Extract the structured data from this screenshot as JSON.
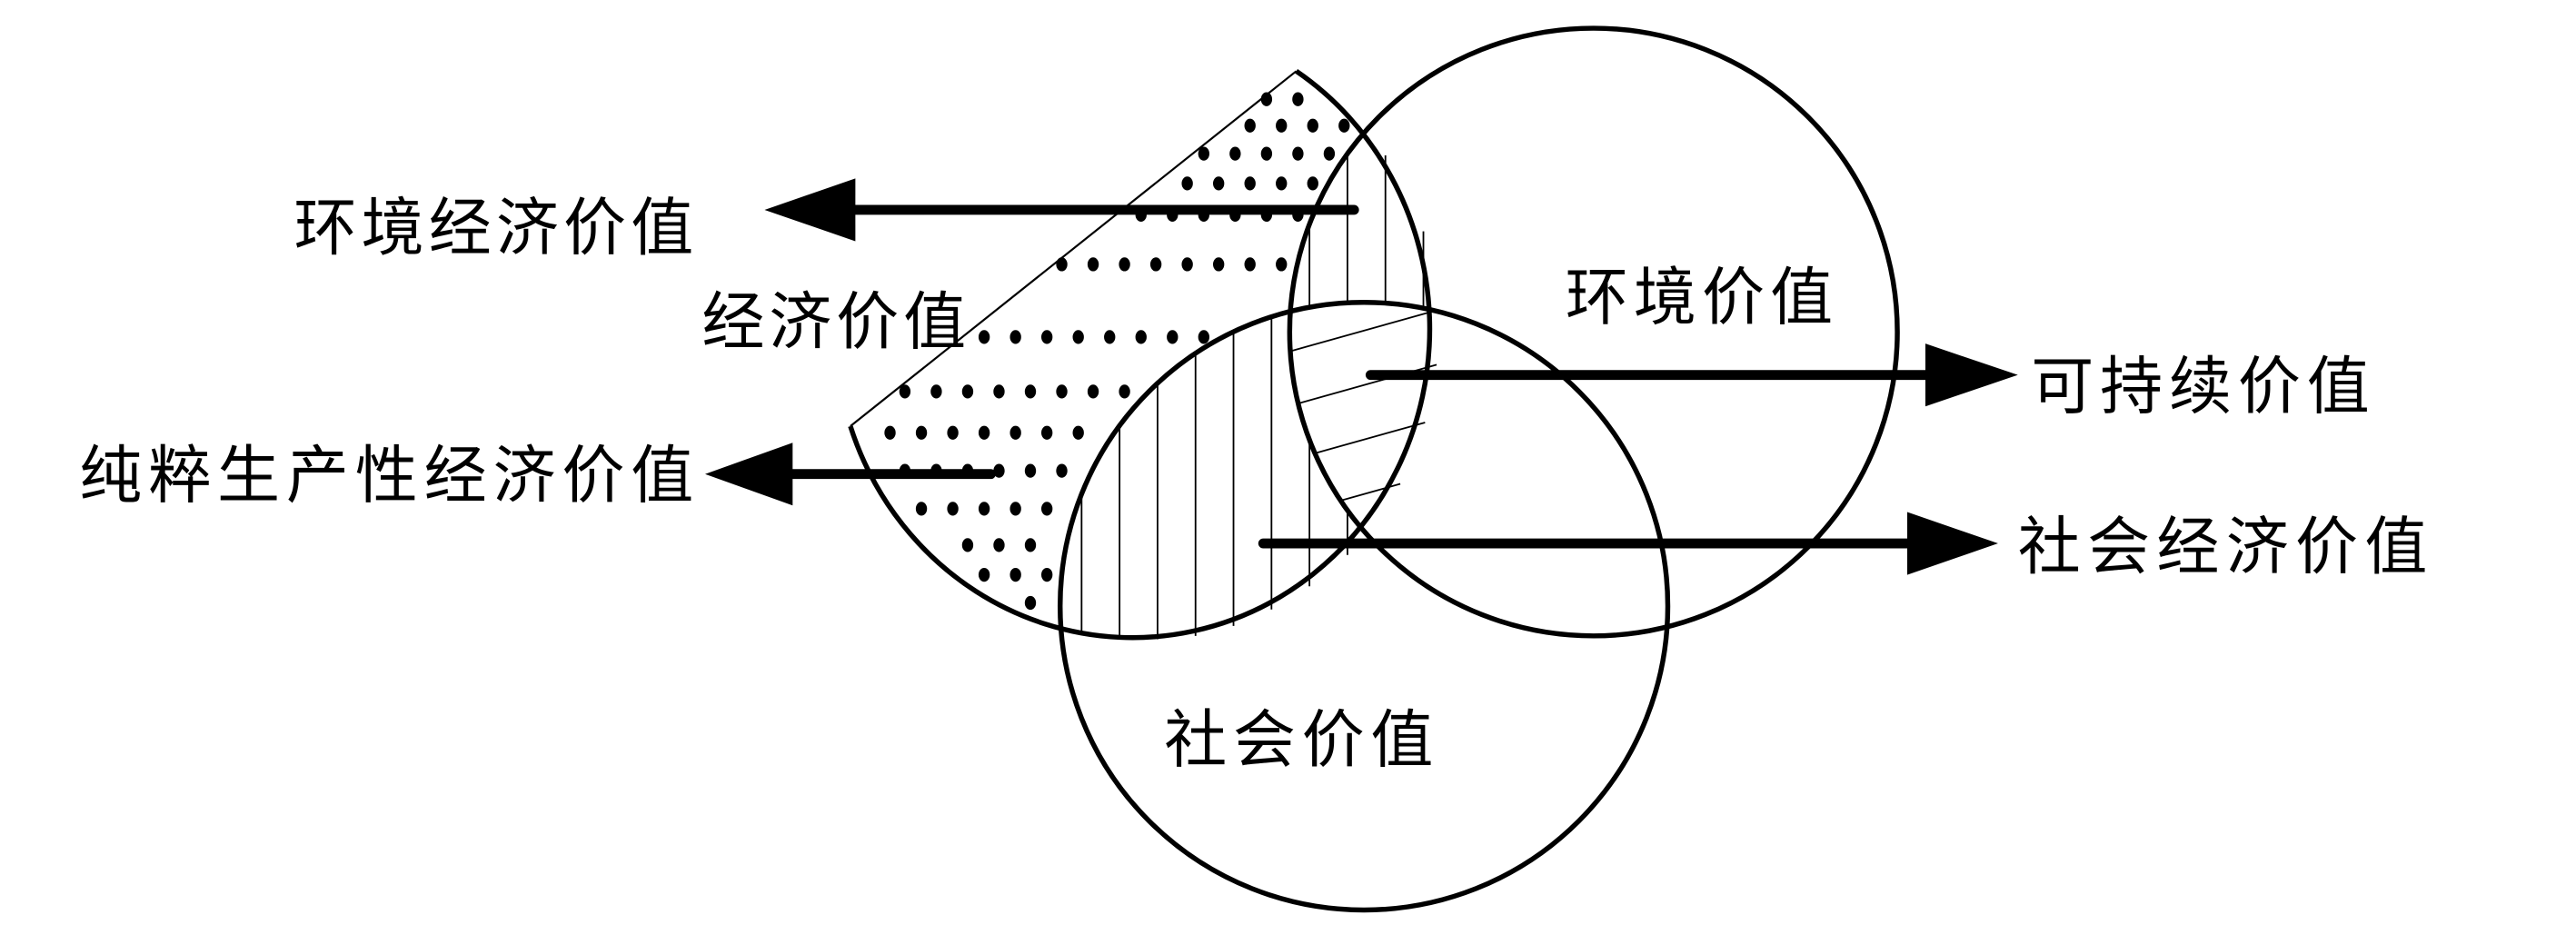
{
  "labels": {
    "env_econ_value": "环境经济价值",
    "econ_value": "经济价值",
    "pure_productive_econ_value": "纯粹生产性经济价值",
    "env_value": "环境价值",
    "sustainable_value": "可持续价值",
    "social_econ_value": "社会经济价值",
    "social_value": "社会价值"
  },
  "colors": {
    "stroke": "#000000",
    "background": "#ffffff"
  }
}
